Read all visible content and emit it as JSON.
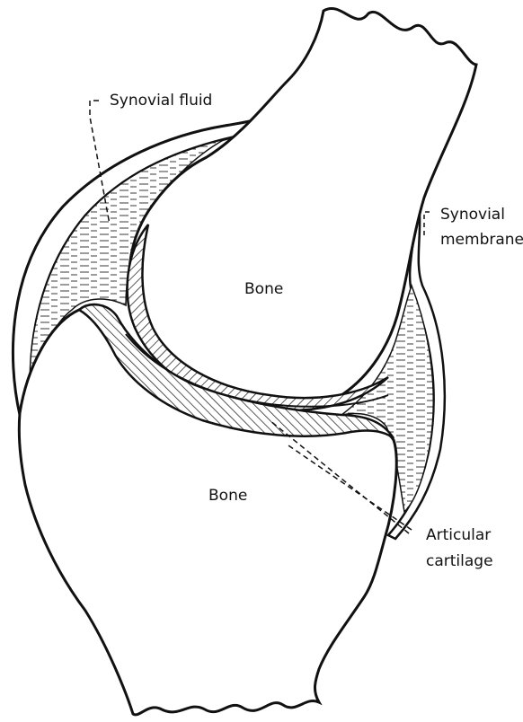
{
  "labels": {
    "synovial_fluid": "Synovial fluid",
    "synovial_membrane_line1": "Synovial",
    "synovial_membrane_line2": "membrane",
    "bone_upper": "Bone",
    "bone_lower": "Bone",
    "articular_cartilage_line1": "Articular",
    "articular_cartilage_line2": "cartilage"
  },
  "colors": {
    "ink": "#111111",
    "background": "#ffffff",
    "fluid_fill": "#ffffff"
  }
}
